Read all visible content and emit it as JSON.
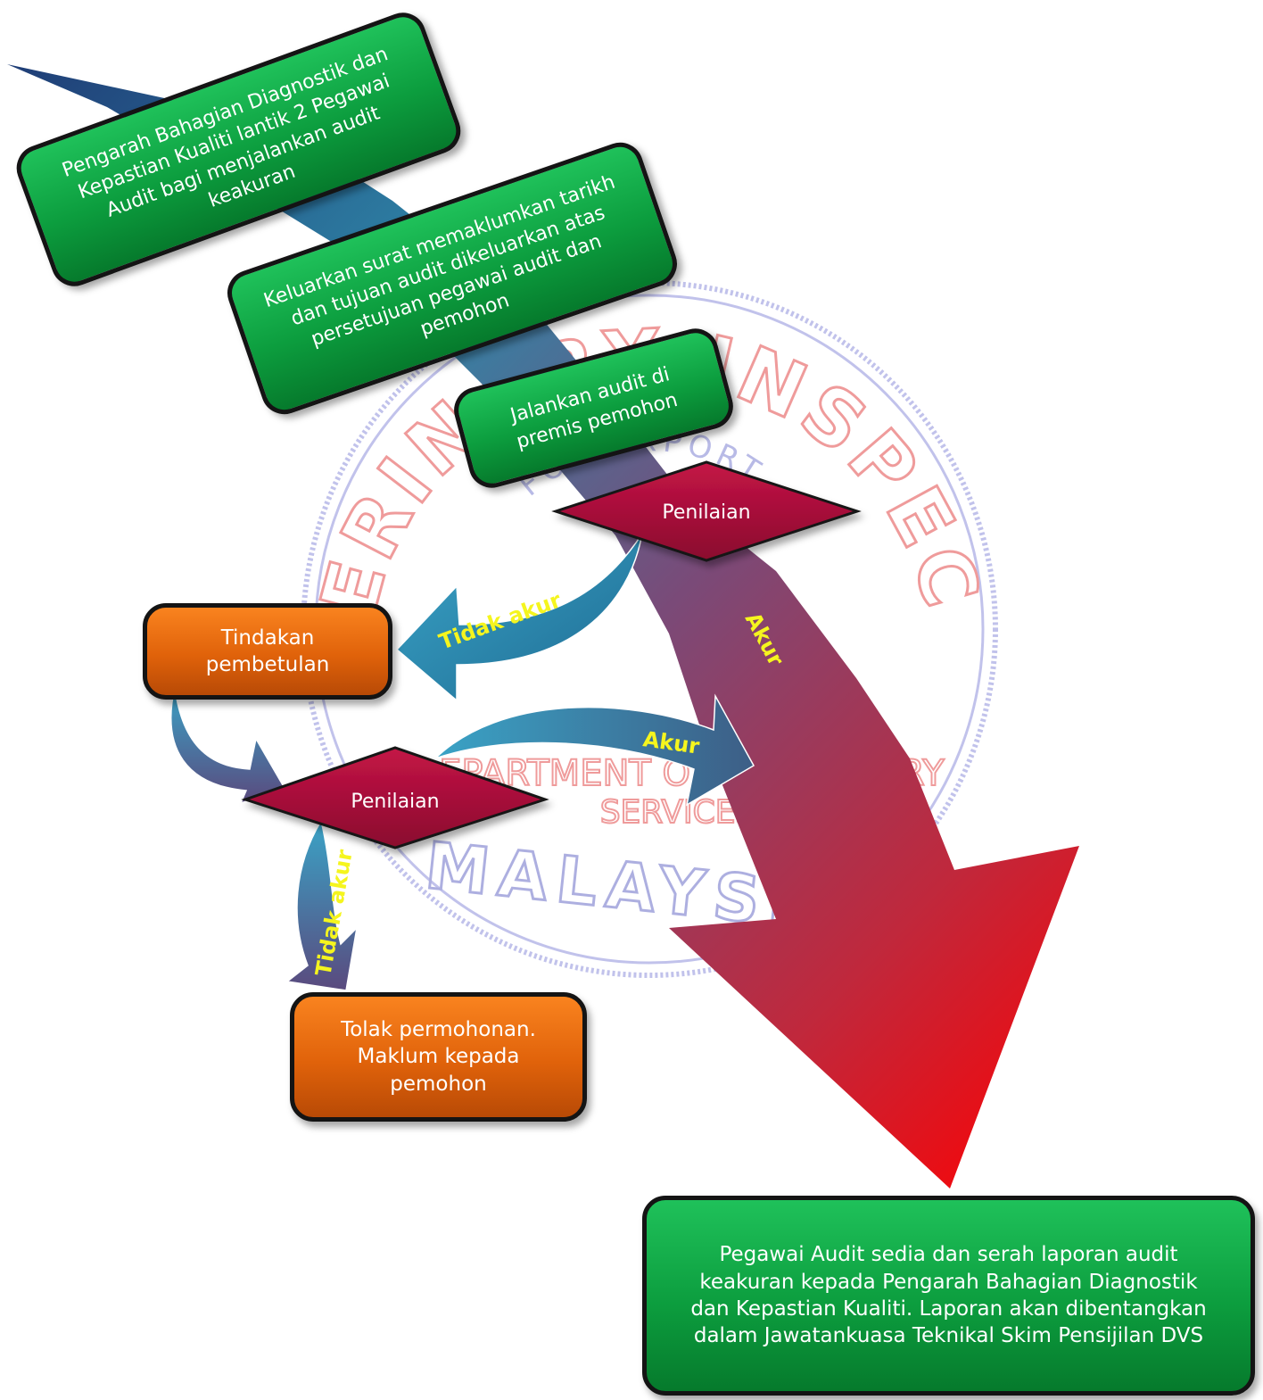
{
  "watermark": {
    "text_top": "VETERINARY INSPECTED",
    "text_inner": "FOR EXPORT",
    "text_mid": "DEPARTMENT OF VETERINARY",
    "text_mid2": "SERVICES",
    "text_bottom": "MALAYSIA"
  },
  "steps": {
    "step1": "Pengarah Bahagian Diagnostik dan Kepastian Kualiti lantik 2 Pegawai Audit bagi menjalankan  audit keakuran",
    "step2": "Keluarkan surat memaklumkan tarikh dan tujuan audit dikeluarkan atas persetujuan pegawai audit dan pemohon",
    "step3": "Jalankan audit di premis pemohon",
    "tindakan": "Tindakan pembetulan",
    "tolak": "Tolak permohonan. Maklum kepada pemohon",
    "final": "Pegawai Audit sedia dan serah laporan audit keakuran kepada Pengarah Bahagian Diagnostik dan Kepastian Kualiti. Laporan akan dibentangkan dalam Jawatankuasa Teknikal Skim Pensijilan DVS"
  },
  "decisions": {
    "first": "Penilaian",
    "second": "Penilaian"
  },
  "labels": {
    "akur_main": "Akur",
    "tidak_akur_1": "Tidak akur",
    "akur_2": "Akur",
    "tidak_akur_2": "Tidak akur"
  },
  "colors": {
    "green": "#0fa844",
    "orange": "#ee6c10",
    "diamond": "#a80d3a",
    "arrow_blue": "#2d93b4",
    "arrow_red": "#f00a0a",
    "label_yellow": "#f5f51e",
    "watermark_red": "#e24b4b",
    "watermark_blue": "#6b6fc8"
  }
}
